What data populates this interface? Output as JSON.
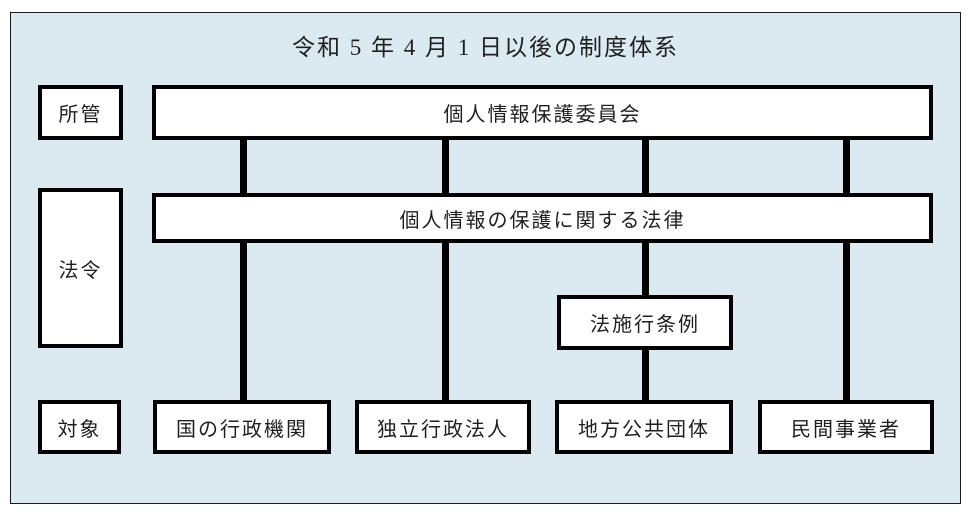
{
  "title": "令和 5 年 4 月 1 日以後の制度体系",
  "row_labels": {
    "jurisdiction": "所管",
    "legislation": "法令",
    "target": "対象"
  },
  "nodes": {
    "commission": "個人情報保護委員会",
    "law": "個人情報の保護に関する法律",
    "ordinance": "法施行条例",
    "targets": [
      "国の行政機関",
      "独立行政法人",
      "地方公共団体",
      "民間事業者"
    ]
  },
  "colors": {
    "panel_background": "#dbeaf1",
    "box_background": "#ffffff",
    "line": "#000000",
    "text": "#1f1f1f"
  }
}
